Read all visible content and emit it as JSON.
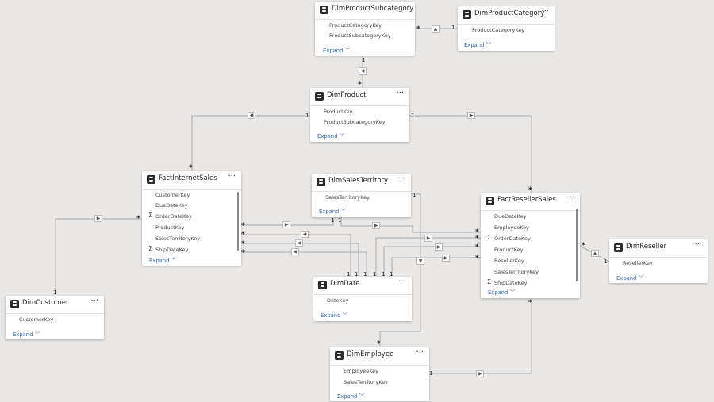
{
  "tables": {
    "dim_product_subcategory": {
      "name": "DimProductSubcategory",
      "fields": [
        "ProductCategoryKey",
        "ProductSubcategoryKey"
      ],
      "expand": "Expand"
    },
    "dim_product_category": {
      "name": "DimProductCategory",
      "fields": [
        "ProductCategoryKey"
      ],
      "expand": "Expand"
    },
    "dim_product": {
      "name": "DimProduct",
      "fields": [
        "ProductKey",
        "ProductSubcategoryKey"
      ],
      "expand": "Expand"
    },
    "fact_internet_sales": {
      "name": "FactInternetSales",
      "fields": [
        "CustomerKey",
        "DueDateKey",
        "OrderDateKey",
        "ProductKey",
        "SalesTerritoryKey",
        "ShipDateKey"
      ],
      "expand": "Expand"
    },
    "dim_sales_territory": {
      "name": "DimSalesTerritory",
      "fields": [
        "SalesTerritoryKey"
      ],
      "expand": "Expand"
    },
    "fact_reseller_sales": {
      "name": "FactResellerSales",
      "fields": [
        "DueDateKey",
        "EmployeeKey",
        "OrderDateKey",
        "ProductKey",
        "ResellerKey",
        "SalesTerritoryKey",
        "ShipDateKey"
      ],
      "expand": "Expand"
    },
    "dim_reseller": {
      "name": "DimReseller",
      "fields": [
        "ResellerKey"
      ],
      "expand": "Expand"
    },
    "dim_date": {
      "name": "DimDate",
      "fields": [
        "DateKey"
      ],
      "expand": "Expand"
    },
    "dim_customer": {
      "name": "DimCustomer",
      "fields": [
        "CustomerKey"
      ],
      "expand": "Expand"
    },
    "dim_employee": {
      "name": "DimEmployee",
      "fields": [
        "EmployeeKey",
        "SalesTerritoryKey"
      ],
      "expand": "Expand"
    }
  },
  "ui": {
    "more": "···",
    "sigma": "Σ",
    "expand_chevron": "chevron-down-icon",
    "table_icon": "table-icon"
  },
  "cardinality": {
    "one": "1",
    "many": "*"
  }
}
